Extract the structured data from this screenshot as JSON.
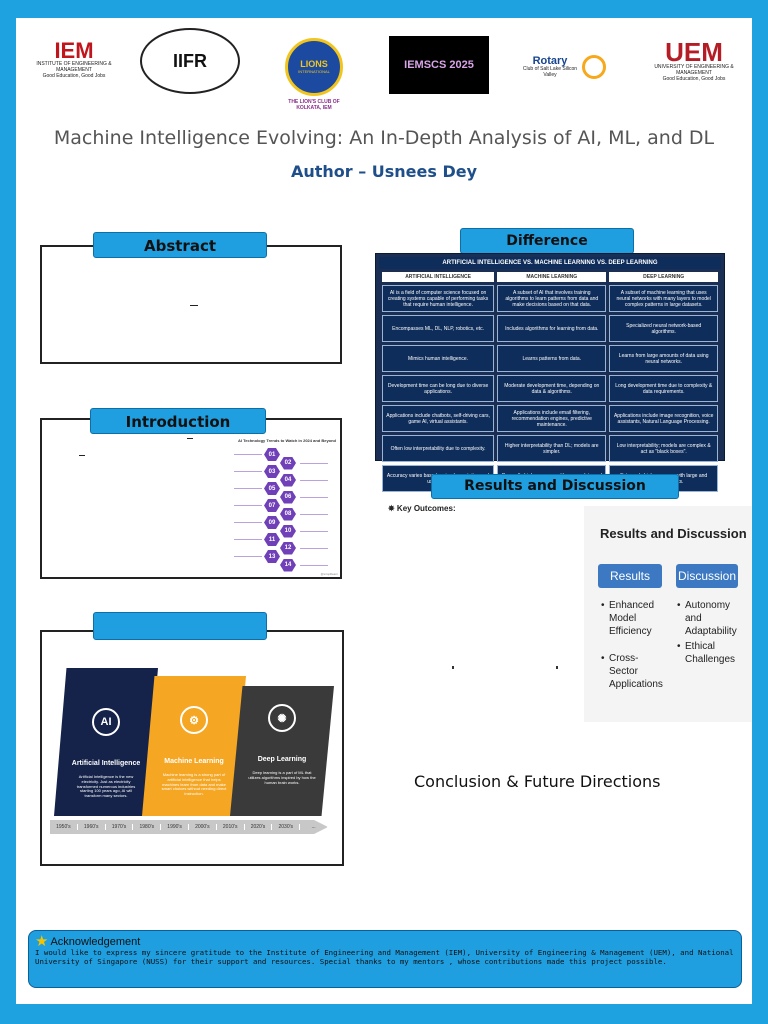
{
  "logos": {
    "iem": {
      "main": "IEM",
      "sub": "INSTITUTE OF ENGINEERING & MANAGEMENT",
      "tag": "Good Education, Good Jobs"
    },
    "iifr": {
      "main": "IIFR"
    },
    "lions": {
      "main": "LIONS",
      "ring": "INTERNATIONAL",
      "caption": "THE LION'S CLUB OF KOLKATA, IEM"
    },
    "iemscs": {
      "main": "IEMSCS 2025"
    },
    "rotary": {
      "main": "Rotary",
      "sub": "Club of Salt Lake Silicon Valley"
    },
    "uem": {
      "main": "UEM",
      "sub": "UNIVERSITY OF ENGINEERING & MANAGEMENT",
      "tag": "Good Education, Good Jobs"
    }
  },
  "title": "Machine Intelligence Evolving: An In-Depth Analysis of AI, ML, and DL",
  "author": "Author – Usnees Dey",
  "sections": {
    "abstract": "Abstract",
    "introduction": "Introduction",
    "difference": "Difference",
    "results": "Results and Discussion",
    "conclusion": "Conclusion & Future Directions"
  },
  "difference_table": {
    "title": "ARTIFICIAL INTELLIGENCE VS. MACHINE LEARNING VS. DEEP LEARNING",
    "headers": [
      "ARTIFICIAL INTELLIGENCE",
      "MACHINE LEARNING",
      "DEEP LEARNING"
    ],
    "rows": [
      [
        "AI is a field of computer science focused on creating systems capable of performing tasks that require human intelligence.",
        "A subset of AI that involves training algorithms to learn patterns from data and make decisions based on that data.",
        "A subset of machine learning that uses neural networks with many layers to model complex patterns in large datasets."
      ],
      [
        "Encompasses ML, DL, NLP, robotics, etc.",
        "Includes algorithms for learning from data.",
        "Specialized neural network-based algorithms."
      ],
      [
        "Mimics human intelligence.",
        "Learns patterns from data.",
        "Learns from large amounts of data using neural networks."
      ],
      [
        "Development time can be long due to diverse applications.",
        "Moderate development time, depending on data & algorithms.",
        "Long development time due to complexity & data requirements."
      ],
      [
        "Applications include chatbots, self-driving cars, game AI, virtual assistants.",
        "Applications include email filtering, recommendation engines, predictive maintenance.",
        "Applications include image recognition, voice assistants, Natural Language Processing."
      ],
      [
        "Often low interpretability due to complexity.",
        "Higher interpretability than DL; models are simpler.",
        "Low interpretability; models are complex & act as \"black boxes\"."
      ],
      [
        "Accuracy varies based on implementation and use-case.",
        "Generally high accuracy with proper data and tuning.",
        "Extremely high accuracy with large and relevant datasets."
      ]
    ]
  },
  "intro_figure": {
    "title": "AI Technology Trends to Watch in 2024 and Beyond",
    "numbers": [
      "01",
      "02",
      "03",
      "04",
      "05",
      "06",
      "07",
      "08",
      "09",
      "10",
      "11",
      "12",
      "13",
      "14"
    ],
    "source": "@simplilearn"
  },
  "evolution_figure": {
    "panels": [
      {
        "icon": "AI",
        "title": "Artificial Intelligence",
        "text": "Artificial Intelligence is the new electricity. Just as electricity transformed numerous industries starting 100 years ago, AI will transform many sectors."
      },
      {
        "icon": "⚙",
        "title": "Machine Learning",
        "text": "Machine learning is a strong part of artificial intelligence that helps machines learn from data and make smart choices without needing direct instruction."
      },
      {
        "icon": "✺",
        "title": "Deep Learning",
        "text": "Deep learning is a part of ML that utilizes algorithms inspired by how the human brain works."
      }
    ],
    "timeline": [
      "1950's",
      "1960's",
      "1970's",
      "1980's",
      "1990's",
      "2000's",
      "2010's",
      "2020's",
      "2030's",
      "..."
    ]
  },
  "results": {
    "key_outcomes": "✵ Key Outcomes:",
    "figure_title": "Results and Discussion",
    "col1_label": "Results",
    "col2_label": "Discussion",
    "col1_items": [
      "Enhanced Model Efficiency",
      "Cross-Sector Applications"
    ],
    "col2_items": [
      "Autonomy and Adaptability",
      "Ethical Challenges"
    ]
  },
  "acknowledgement": {
    "heading": "Acknowledgement",
    "text": "I would like to express my sincere gratitude to the Institute of Engineering and Management (IEM), University of Engineering & Management (UEM), and National University of Singapore (NUSS) for their support and resources. Special thanks to my mentors , whose contributions made this project possible."
  },
  "colors": {
    "page_bg": "#1fa3e0",
    "pill": "#1f9ee0",
    "author": "#1f4f8a",
    "title": "#555555",
    "table_bg": "#0f2d5a"
  }
}
